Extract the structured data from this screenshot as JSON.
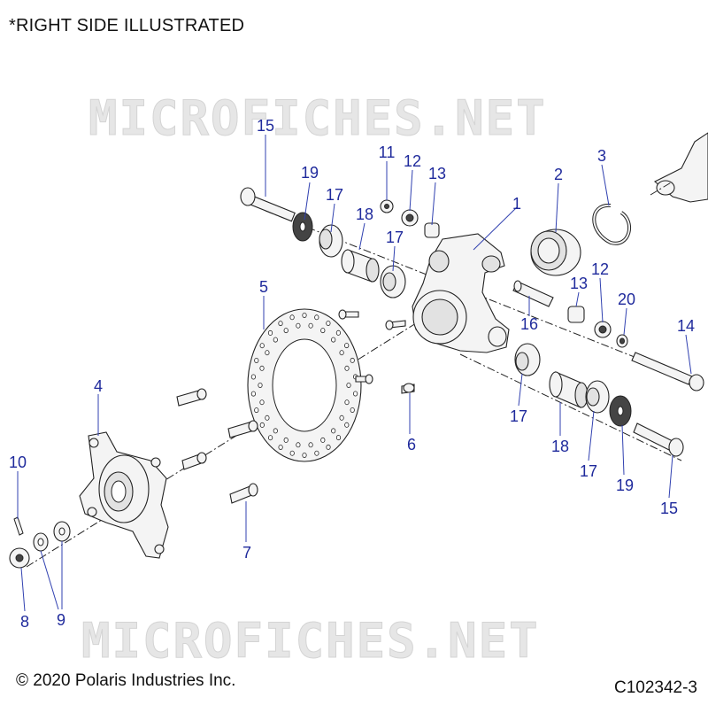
{
  "header": {
    "note": "*RIGHT SIDE ILLUSTRATED"
  },
  "footer": {
    "copyright": "© 2020 Polaris Industries Inc.",
    "figure_code": "C102342-3"
  },
  "watermark": {
    "text": "MICROFICHES.NET"
  },
  "callouts": [
    {
      "label": "1"
    },
    {
      "label": "2"
    },
    {
      "label": "3"
    },
    {
      "label": "4"
    },
    {
      "label": "5"
    },
    {
      "label": "6"
    },
    {
      "label": "7"
    },
    {
      "label": "8"
    },
    {
      "label": "9"
    },
    {
      "label": "10"
    },
    {
      "label": "11"
    },
    {
      "label": "12"
    },
    {
      "label": "12"
    },
    {
      "label": "13"
    },
    {
      "label": "13"
    },
    {
      "label": "14"
    },
    {
      "label": "15"
    },
    {
      "label": "15"
    },
    {
      "label": "16"
    },
    {
      "label": "17"
    },
    {
      "label": "17"
    },
    {
      "label": "17"
    },
    {
      "label": "17"
    },
    {
      "label": "18"
    },
    {
      "label": "18"
    },
    {
      "label": "19"
    },
    {
      "label": "19"
    },
    {
      "label": "20"
    }
  ],
  "colors": {
    "callout": "#1f2a9c",
    "line": "#222222",
    "watermark": "#e6e6e6"
  }
}
